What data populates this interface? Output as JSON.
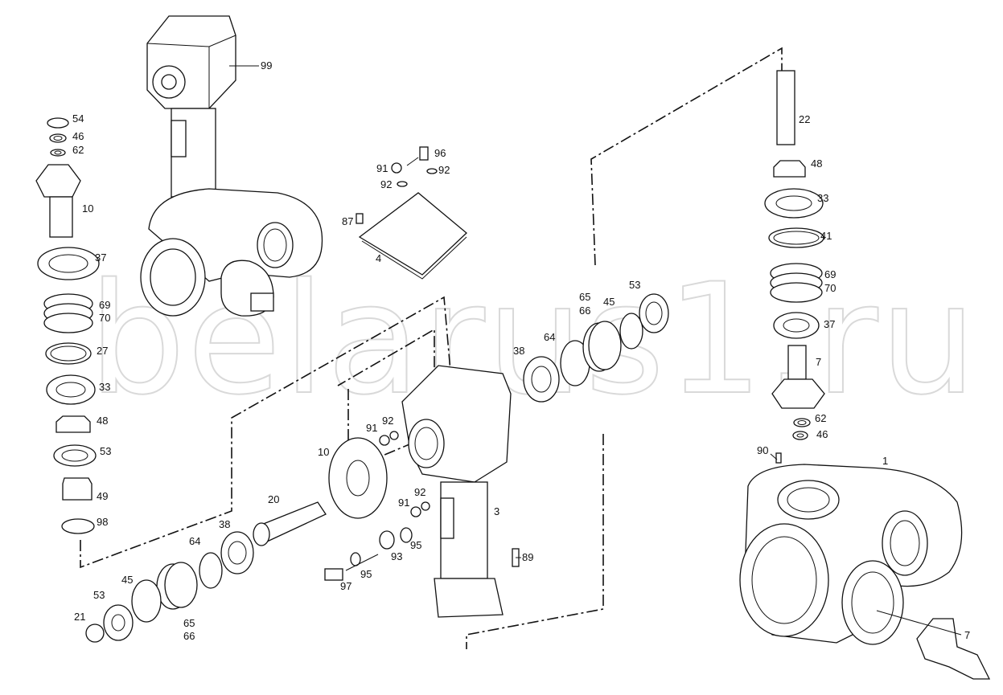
{
  "watermark": "belarus1.ru",
  "labels": {
    "l99": "99",
    "l54": "54",
    "l46a": "46",
    "l62a": "62",
    "l10a": "10",
    "l37a": "37",
    "l69a": "69",
    "l70a": "70",
    "l27": "27",
    "l33a": "33",
    "l48a": "48",
    "l53a": "53",
    "l49": "49",
    "l98": "98",
    "l91a": "91",
    "l96": "96",
    "l92a": "92",
    "l92b": "92",
    "l87": "87",
    "l4": "4",
    "l65a": "65",
    "l66a": "66",
    "l45a": "45",
    "l53b": "53",
    "l64a": "64",
    "l38a": "38",
    "l91b": "91",
    "l92c": "92",
    "l10b": "10",
    "l20": "20",
    "l38b": "38",
    "l64b": "64",
    "l45b": "45",
    "l53c": "53",
    "l21": "21",
    "l65b": "65",
    "l66b": "66",
    "l92d": "92",
    "l91c": "91",
    "l3": "3",
    "l93": "93",
    "l95a": "95",
    "l95b": "95",
    "l97": "97",
    "l89": "89",
    "l22": "22",
    "l48b": "48",
    "l33b": "33",
    "l41": "41",
    "l69b": "69",
    "l70b": "70",
    "l37b": "37",
    "l7a": "7",
    "l62b": "62",
    "l46b": "46",
    "l90": "90",
    "l1": "1",
    "l7b": "7"
  }
}
